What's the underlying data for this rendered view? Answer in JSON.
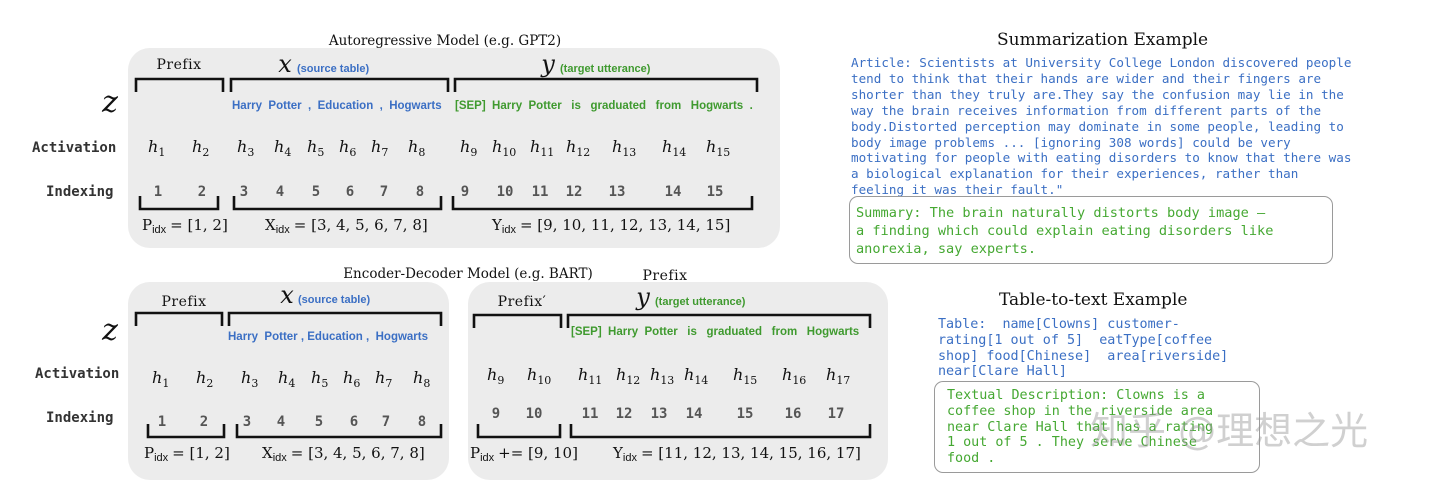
{
  "autoregressive": {
    "title": "Autoregressive  Model  (e.g. GPT2)",
    "section_prefix": "Prefix",
    "section_x": "x",
    "section_x_note": "(source table)",
    "section_y": "y",
    "section_y_note": "(target utterance)",
    "z_label": "z",
    "row_activation": "Activation",
    "row_indexing": "Indexing",
    "source_tokens": "Harry  Potter  ,  Education  ,  Hogwarts",
    "target_tokens": "[SEP]  Harry  Potter   is   graduated   from   Hogwarts  .",
    "activations": [
      {
        "sym": "h",
        "sub": "1"
      },
      {
        "sym": "h",
        "sub": "2"
      },
      {
        "sym": "h",
        "sub": "3"
      },
      {
        "sym": "h",
        "sub": "4"
      },
      {
        "sym": "h",
        "sub": "5"
      },
      {
        "sym": "h",
        "sub": "6"
      },
      {
        "sym": "h",
        "sub": "7"
      },
      {
        "sym": "h",
        "sub": "8"
      },
      {
        "sym": "h",
        "sub": "9"
      },
      {
        "sym": "h",
        "sub": "10"
      },
      {
        "sym": "h",
        "sub": "11"
      },
      {
        "sym": "h",
        "sub": "12"
      },
      {
        "sym": "h",
        "sub": "13"
      },
      {
        "sym": "h",
        "sub": "14"
      },
      {
        "sym": "h",
        "sub": "15"
      }
    ],
    "indices": [
      "1",
      "2",
      "3",
      "4",
      "5",
      "6",
      "7",
      "8",
      "9",
      "10",
      "11",
      "12",
      "13",
      "14",
      "15"
    ],
    "p_idx": {
      "name": "P",
      "sub": "idx",
      "value": "= [1, 2]"
    },
    "x_idx": {
      "name": "X",
      "sub": "idx",
      "value": "= [3, 4, 5, 6, 7, 8]"
    },
    "y_idx": {
      "name": "Y",
      "sub": "idx",
      "value": "= [9, 10, 11, 12, 13, 14, 15]"
    }
  },
  "encoder_decoder": {
    "title": "Encoder-Decoder Model  (e.g. BART)",
    "floating_prefix": "Prefix",
    "encoder": {
      "section_prefix": "Prefix",
      "section_x": "x",
      "section_x_note": "(source table)",
      "z_label": "z",
      "row_activation": "Activation",
      "row_indexing": "Indexing",
      "source_tokens": "Harry  Potter , Education ,  Hogwarts",
      "activations": [
        {
          "sym": "h",
          "sub": "1"
        },
        {
          "sym": "h",
          "sub": "2"
        },
        {
          "sym": "h",
          "sub": "3"
        },
        {
          "sym": "h",
          "sub": "4"
        },
        {
          "sym": "h",
          "sub": "5"
        },
        {
          "sym": "h",
          "sub": "6"
        },
        {
          "sym": "h",
          "sub": "7"
        },
        {
          "sym": "h",
          "sub": "8"
        }
      ],
      "indices": [
        "1",
        "2",
        "3",
        "4",
        "5",
        "6",
        "7",
        "8"
      ],
      "p_idx": {
        "name": "P",
        "sub": "idx",
        "value": "= [1, 2]"
      },
      "x_idx": {
        "name": "X",
        "sub": "idx",
        "value": "= [3, 4, 5, 6, 7, 8]"
      }
    },
    "decoder": {
      "section_prefix": "Prefix′",
      "section_y": "y",
      "section_y_note": "(target utterance)",
      "target_tokens": "[SEP]  Harry  Potter   is   graduated   from   Hogwarts",
      "activations": [
        {
          "sym": "h",
          "sub": "9"
        },
        {
          "sym": "h",
          "sub": "10"
        },
        {
          "sym": "h",
          "sub": "11"
        },
        {
          "sym": "h",
          "sub": "12"
        },
        {
          "sym": "h",
          "sub": "13"
        },
        {
          "sym": "h",
          "sub": "14"
        },
        {
          "sym": "h",
          "sub": "15"
        },
        {
          "sym": "h",
          "sub": "16"
        },
        {
          "sym": "h",
          "sub": "17"
        }
      ],
      "indices": [
        "9",
        "10",
        "11",
        "12",
        "13",
        "14",
        "15",
        "16",
        "17"
      ],
      "p_idx": {
        "name": "P",
        "sub": "idx",
        "value": "+= [9, 10]"
      },
      "y_idx": {
        "name": "Y",
        "sub": "idx",
        "value": "= [11, 12, 13, 14, 15, 16, 17]"
      }
    }
  },
  "summarization": {
    "title": "Summarization Example",
    "article_lines": [
      "Article: Scientists at University College London discovered people",
      "tend to think that their hands are wider and their fingers are",
      "shorter than they truly are.They say the confusion may lie in the",
      "way the brain receives information from different parts of the",
      "body.Distorted perception may dominate in some people, leading to",
      "body image problems ... [ignoring 308 words] could be very",
      "motivating for people with eating disorders to know that there was",
      "a biological explanation for their experiences, rather than",
      "feeling it was their fault.\""
    ],
    "summary_lines": [
      "Summary: The brain naturally distorts body image –",
      "a finding which could explain eating disorders like",
      "anorexia, say experts."
    ]
  },
  "table_to_text": {
    "title": "Table-to-text Example",
    "table_lines": [
      "Table:  name[Clowns] customer-",
      "rating[1 out of 5]  eatType[coffee",
      "shop] food[Chinese]  area[riverside]",
      "near[Clare Hall]"
    ],
    "description_lines": [
      "Textual Description: Clowns is a",
      "coffee shop in the riverside area",
      "near Clare Hall that has a rating",
      "1 out of 5 . They serve Chinese",
      "food ."
    ]
  },
  "watermark": "知乎 @理想之光",
  "colors": {
    "panel": "#ececec",
    "blue": "#3b6fc4",
    "green": "#3f9a2f",
    "summary_green": "#45a832"
  }
}
